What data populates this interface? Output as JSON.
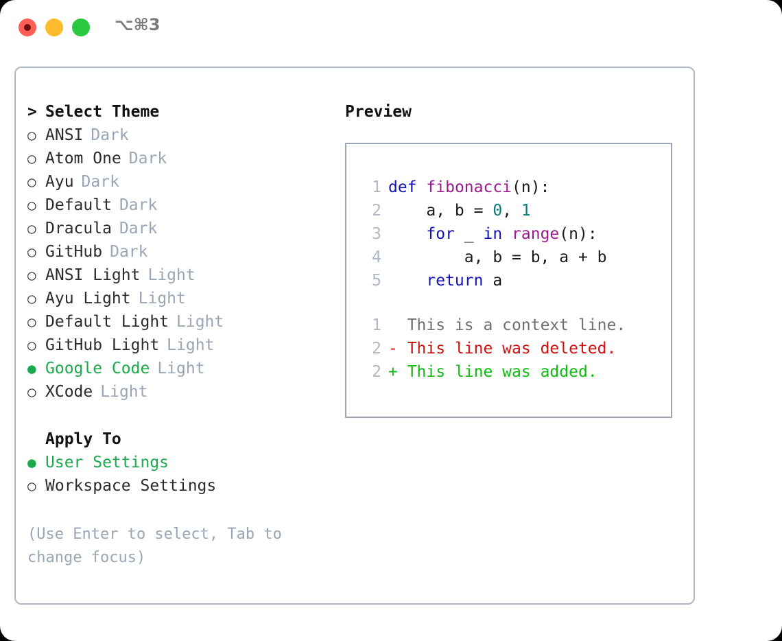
{
  "window": {
    "traffic_lights": [
      "close",
      "minimize",
      "maximize"
    ],
    "shortcut_label": "⌥⌘3",
    "colors": {
      "close": "#ff5f57",
      "minimize": "#febc2e",
      "maximize": "#28c840",
      "accent_green": "#1aa94b",
      "panel_border": "#adb6c4",
      "muted_tag": "#9aa5b5"
    }
  },
  "theme_selector": {
    "prompt": ">",
    "header": "Select Theme",
    "bullet_on": "●",
    "bullet_off": "○",
    "items": [
      {
        "label": "ANSI",
        "tag": "Dark",
        "selected": false
      },
      {
        "label": "Atom One",
        "tag": "Dark",
        "selected": false
      },
      {
        "label": "Ayu",
        "tag": "Dark",
        "selected": false
      },
      {
        "label": "Default",
        "tag": "Dark",
        "selected": false
      },
      {
        "label": "Dracula",
        "tag": "Dark",
        "selected": false
      },
      {
        "label": "GitHub",
        "tag": "Dark",
        "selected": false
      },
      {
        "label": "ANSI Light",
        "tag": "Light",
        "selected": false
      },
      {
        "label": "Ayu Light",
        "tag": "Light",
        "selected": false
      },
      {
        "label": "Default Light",
        "tag": "Light",
        "selected": false
      },
      {
        "label": "GitHub Light",
        "tag": "Light",
        "selected": false
      },
      {
        "label": "Google Code",
        "tag": "Light",
        "selected": true
      },
      {
        "label": "XCode",
        "tag": "Light",
        "selected": false
      }
    ]
  },
  "apply_to": {
    "header": "Apply To",
    "items": [
      {
        "label": "User Settings",
        "selected": true
      },
      {
        "label": "Workspace Settings",
        "selected": false
      }
    ]
  },
  "hint": {
    "line1": "(Use Enter to select, Tab to",
    "line2": "change focus)"
  },
  "preview": {
    "title": "Preview",
    "code_lines": [
      {
        "no": "1",
        "tokens": [
          {
            "t": "def",
            "k": "kw"
          },
          {
            "t": " ",
            "k": "plain"
          },
          {
            "t": "fibonacci",
            "k": "fn"
          },
          {
            "t": "(n):",
            "k": "plain"
          }
        ]
      },
      {
        "no": "2",
        "tokens": [
          {
            "t": "    a, b = ",
            "k": "plain"
          },
          {
            "t": "0",
            "k": "num"
          },
          {
            "t": ", ",
            "k": "plain"
          },
          {
            "t": "1",
            "k": "num"
          }
        ]
      },
      {
        "no": "3",
        "tokens": [
          {
            "t": "    ",
            "k": "plain"
          },
          {
            "t": "for",
            "k": "kw"
          },
          {
            "t": " _ ",
            "k": "plain"
          },
          {
            "t": "in",
            "k": "kw"
          },
          {
            "t": " ",
            "k": "plain"
          },
          {
            "t": "range",
            "k": "fn"
          },
          {
            "t": "(n):",
            "k": "plain"
          }
        ]
      },
      {
        "no": "4",
        "tokens": [
          {
            "t": "        a, b = b, a + b",
            "k": "plain"
          }
        ]
      },
      {
        "no": "5",
        "tokens": [
          {
            "t": "    ",
            "k": "plain"
          },
          {
            "t": "return",
            "k": "kw"
          },
          {
            "t": " a",
            "k": "plain"
          }
        ]
      }
    ],
    "diff_lines": [
      {
        "no": "1",
        "marker": " ",
        "text": "This is a context line.",
        "kind": "ctx"
      },
      {
        "no": "2",
        "marker": "-",
        "text": "This line was deleted.",
        "kind": "del"
      },
      {
        "no": "2",
        "marker": "+",
        "text": "This line was added.",
        "kind": "add"
      }
    ],
    "diff_colors": {
      "context": "#6f6f6f",
      "deleted": "#cc1111",
      "added": "#11bb11"
    },
    "syntax_colors": {
      "keyword": "#1414b8",
      "function": "#9c1a8e",
      "number": "#0a7a74",
      "plain": "#1a1a1a",
      "lineno": "#b0b7c3"
    }
  }
}
